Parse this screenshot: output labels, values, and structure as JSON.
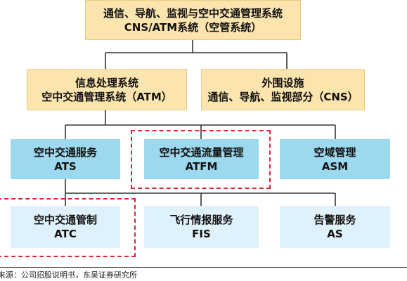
{
  "colors": {
    "top_level_fill": "#FBE4AE",
    "service_fill": "#9DD9EE",
    "subservice_fill": "#DFF1FA",
    "connector": "#333333",
    "highlight": "#D7263A"
  },
  "nodes": {
    "root": {
      "line1": "通信、导航、监视与空中交通管理系统",
      "line2": "CNS/ATM系统（空管系统）"
    },
    "info": {
      "line1": "信息处理系统",
      "line2": "空中交通管理系统（ATM）"
    },
    "peripheral": {
      "line1": "外围设施",
      "line2": "通信、导航、监视部分（CNS）"
    },
    "ats": {
      "line1": "空中交通服务",
      "line2": "ATS"
    },
    "atfm": {
      "line1": "空中交通流量管理",
      "line2": "ATFM"
    },
    "asm": {
      "line1": "空域管理",
      "line2": "ASM"
    },
    "atc": {
      "line1": "空中交通管制",
      "line2": "ATC"
    },
    "fis": {
      "line1": "飞行情报服务",
      "line2": "FIS"
    },
    "as": {
      "line1": "告警服务",
      "line2": "AS"
    }
  },
  "footer": {
    "source": "来源：公司招股说明书，东吴证券研究所"
  }
}
